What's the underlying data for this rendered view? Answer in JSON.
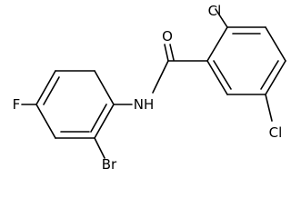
{
  "molecule": {
    "atoms": {
      "oxygen": "O",
      "nitrogen": "NH",
      "chlorine_top": "Cl",
      "chlorine_bottom": "Cl",
      "fluorine": "F",
      "bromine": "Br"
    }
  }
}
